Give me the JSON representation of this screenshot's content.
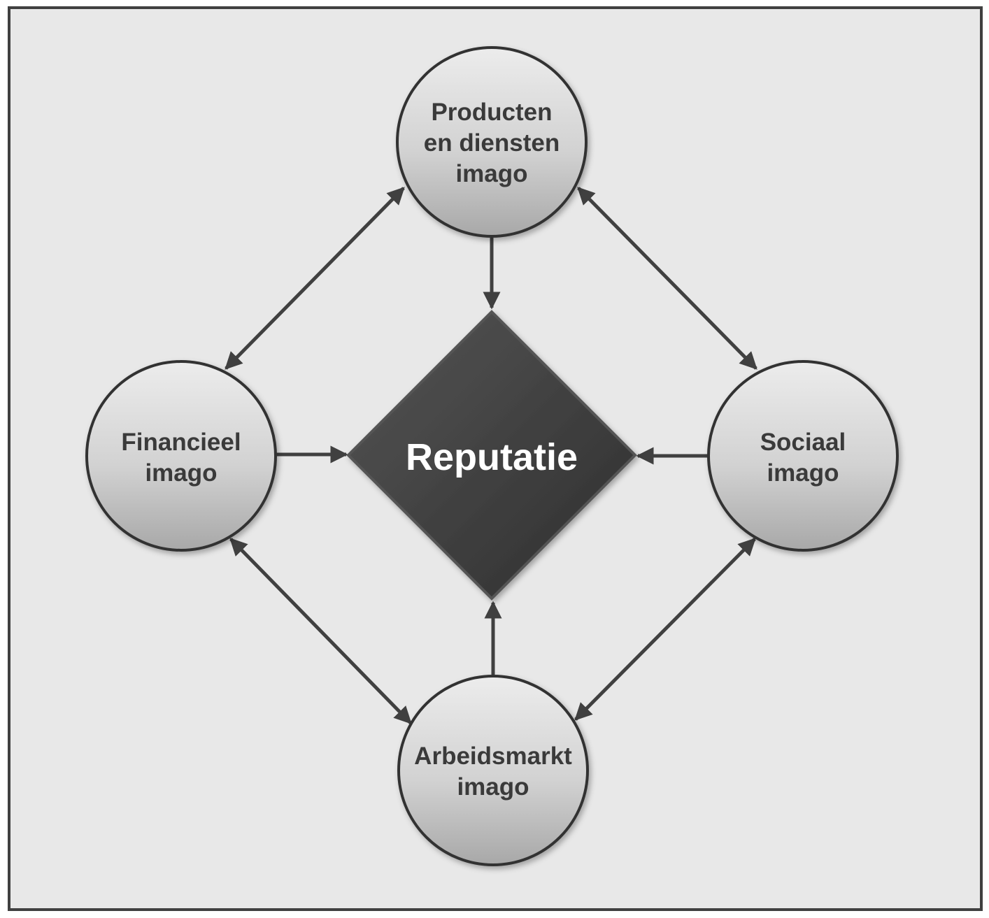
{
  "center": {
    "label": "Reputatie"
  },
  "nodes": {
    "top": {
      "lines": [
        "Producten",
        "en diensten",
        "imago"
      ]
    },
    "left": {
      "lines": [
        "Financieel",
        "imago"
      ]
    },
    "right": {
      "lines": [
        "Sociaal",
        "imago"
      ]
    },
    "bottom": {
      "lines": [
        "Arbeidsmarkt",
        "imago"
      ]
    }
  },
  "colors": {
    "background": "#e8e8e8",
    "border": "#404040",
    "diamond": "#404040",
    "arrow": "#404040"
  }
}
